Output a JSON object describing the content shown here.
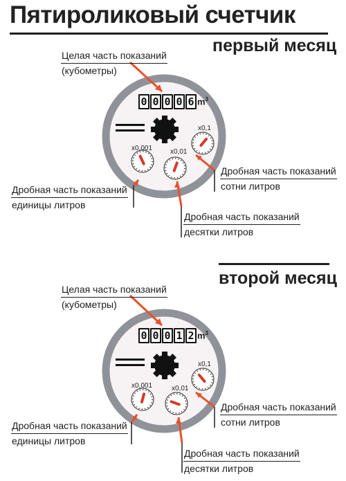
{
  "title": "Пятироликовый счетчик",
  "meters": [
    {
      "month": "первый месяц",
      "digits": [
        "0",
        "0",
        "0",
        "0",
        "6"
      ],
      "unit": "m",
      "unit_sup": "3",
      "dials": [
        {
          "multiplier": "x0,001"
        },
        {
          "multiplier": "x0,01"
        },
        {
          "multiplier": "x0,1"
        }
      ],
      "labels": {
        "integer": [
          "Целая часть показаний",
          "(кубометры)"
        ],
        "hundreds": [
          "Дробная часть показаний",
          "сотни литров"
        ],
        "units": [
          "Дробная часть показаний",
          "единицы литров"
        ],
        "tens": [
          "Дробная часть показаний",
          "десятки литров"
        ]
      }
    },
    {
      "month": "второй месяц",
      "digits": [
        "0",
        "0",
        "0",
        "1",
        "2"
      ],
      "unit": "m",
      "unit_sup": "3",
      "dials": [
        {
          "multiplier": "x0,001"
        },
        {
          "multiplier": "x0,01"
        },
        {
          "multiplier": "x0,1"
        }
      ],
      "labels": {
        "integer": [
          "Целая часть показаний",
          "(кубометры)"
        ],
        "hundreds": [
          "Дробная часть показаний",
          "сотни литров"
        ],
        "units": [
          "Дробная часть показаний",
          "единицы литров"
        ],
        "tens": [
          "Дробная часть показаний",
          "десятки литров"
        ]
      }
    }
  ],
  "colors": {
    "accent": "#e8502a",
    "ring": "#8f9399",
    "face": "#f7f2f4",
    "text": "#1e1e1e"
  }
}
